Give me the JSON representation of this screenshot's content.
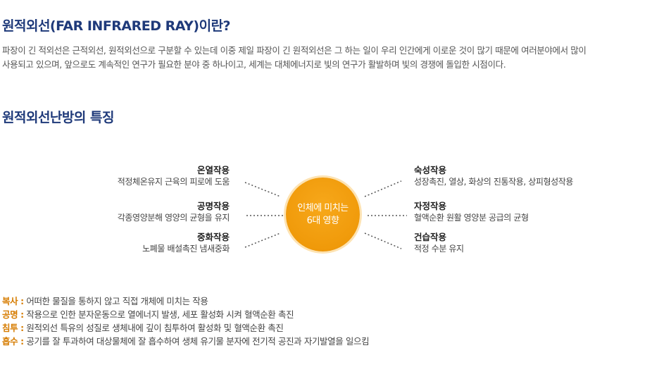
{
  "section1": {
    "title": "원적외선(FAR INFRARED RAY)이란?",
    "paragraph_line1": "파장이 긴 적외선은 근적외선, 원적외선으로 구분할 수 있는데 이중 제일 파장이 긴 원적외선은 그 하는 일이 우리 인간에게 이로운 것이 많기 때문에 여러분야에서 많이",
    "paragraph_line2": "사용되고 있으며, 앞으로도 계속적인 연구가 필요한 분야 중 하나이고, 세계는 대체에너지로 빛의 연구가 활발하며 빛의 경쟁에 돌입한 시점이다."
  },
  "section2": {
    "title": "원적외선난방의 특징"
  },
  "diagram": {
    "center_line1": "인체에 미치는",
    "center_line2": "6대 영향",
    "accent_color": "#f09a0a",
    "left": [
      {
        "name": "온열작용",
        "desc": "적정체온유지 근육의 피로에 도움"
      },
      {
        "name": "공명작용",
        "desc": "각종영양분해 영양의 균형을 유지"
      },
      {
        "name": "중화작용",
        "desc": "노폐물 배설촉진 냄새중화"
      }
    ],
    "right": [
      {
        "name": "숙성작용",
        "desc": "성장촉진, 열상, 화상의 진통작용, 상피형성작용"
      },
      {
        "name": "자정작용",
        "desc": "혈액순환 원활 영양분 공급의 균형"
      },
      {
        "name": "건습작용",
        "desc": "적정 수분 유지"
      }
    ]
  },
  "notes": [
    {
      "term": "복사 :",
      "text": "어떠한 물질을 통하지 않고 직접 개체에 미치는 작용"
    },
    {
      "term": "공명 :",
      "text": "작용으로 인한 분자운동으로 열에너지 발생, 세포 활성화 시켜 혈액순환 촉진"
    },
    {
      "term": "침투 :",
      "text": "원적외선 특유의 성질로 생체내에 깊이 침투하여 활성화 및 혈액순환 촉진"
    },
    {
      "term": "흡수 :",
      "text": "공기를 잘 투과하여 대상물체에 잘 흡수하여 생체 유기물 분자에 전기적 공진과 자기발열을 일으킴"
    }
  ]
}
